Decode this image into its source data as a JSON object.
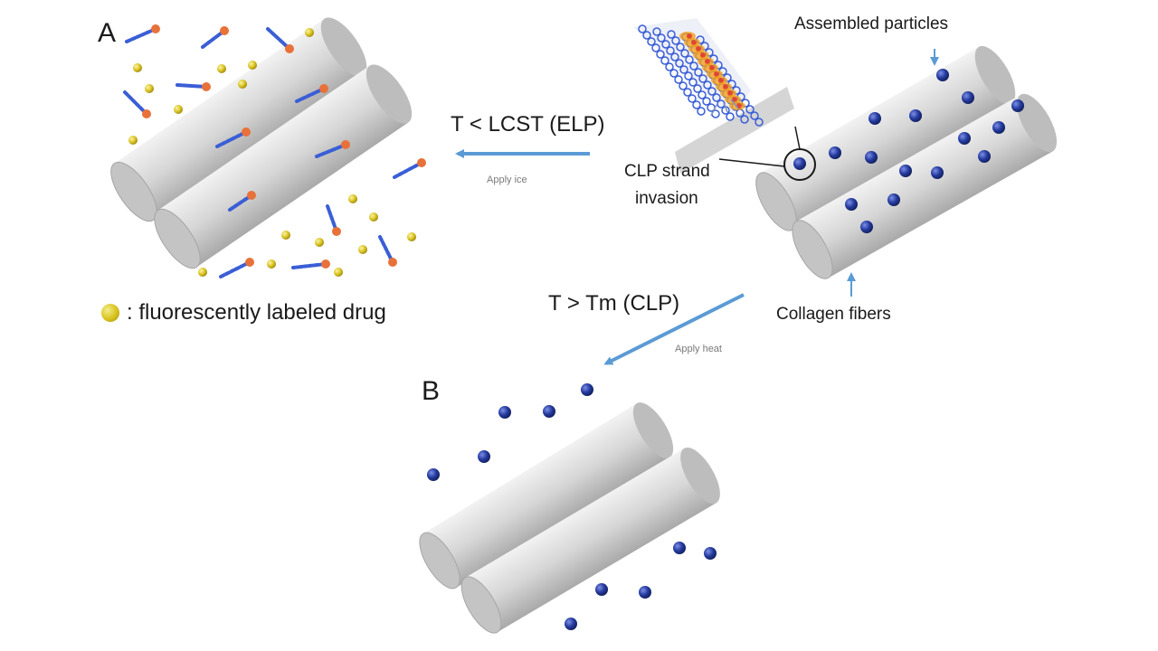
{
  "panels": {
    "a": "A",
    "b": "B"
  },
  "arrow_left": {
    "condition": "T < LCST (ELP)",
    "action": "Apply ice"
  },
  "arrow_down": {
    "condition": "T > Tm (CLP)",
    "action": "Apply heat"
  },
  "callouts": {
    "assembled": "Assembled particles",
    "clp_line1": "CLP strand",
    "clp_line2": "invasion",
    "collagen": "Collagen fibers"
  },
  "legend": {
    "text": ": fluorescently labeled drug"
  },
  "colors": {
    "fiber": "#d2d2d2",
    "particle": "#1c2f8f",
    "drug": "#d8c21c",
    "arrow": "#5b9bd5",
    "elp": "#e8713a",
    "clp": "#3a5ed6"
  }
}
